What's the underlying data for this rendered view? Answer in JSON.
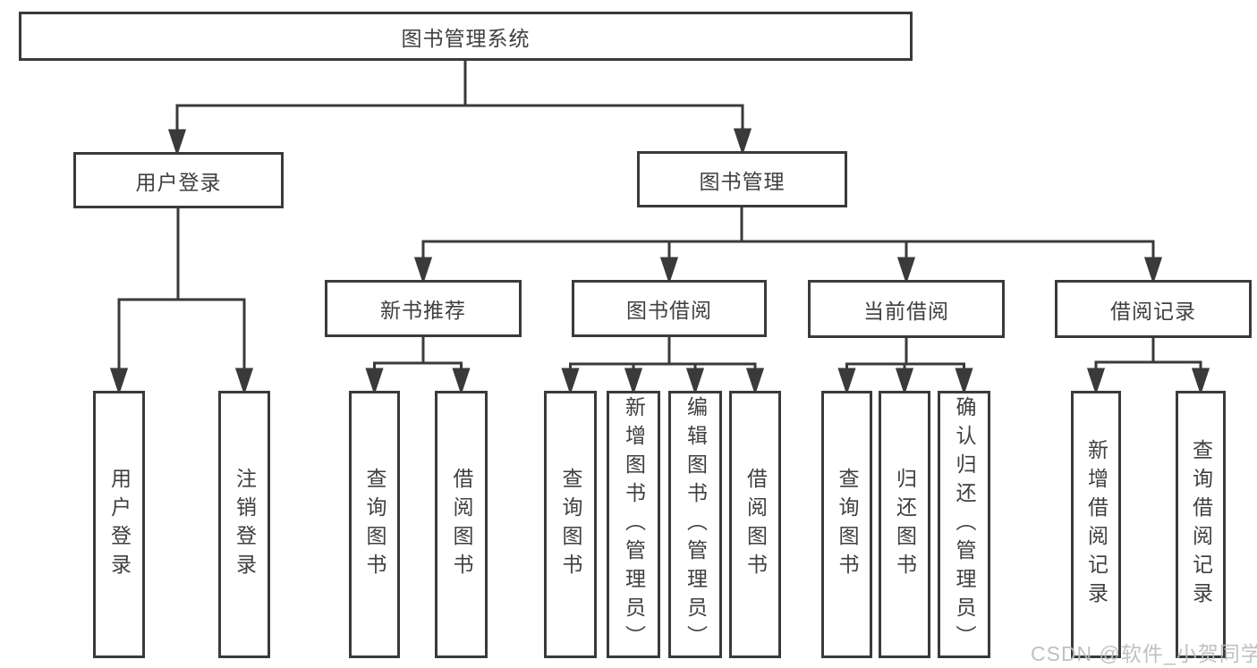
{
  "root": {
    "label": "图书管理系统"
  },
  "branches": [
    {
      "label": "用户登录",
      "children": [
        {
          "label": "用户登录"
        },
        {
          "label": "注销登录"
        }
      ]
    },
    {
      "label": "图书管理",
      "groups": [
        {
          "label": "新书推荐",
          "children": [
            {
              "label": "查询图书"
            },
            {
              "label": "借阅图书"
            }
          ]
        },
        {
          "label": "图书借阅",
          "children": [
            {
              "label": "查询图书"
            },
            {
              "label": "新增图书（管理员）"
            },
            {
              "label": "编辑图书（管理员）"
            },
            {
              "label": "借阅图书"
            }
          ]
        },
        {
          "label": "当前借阅",
          "children": [
            {
              "label": "查询图书"
            },
            {
              "label": "归还图书"
            },
            {
              "label": "确认归还（管理员）"
            }
          ]
        },
        {
          "label": "借阅记录",
          "children": [
            {
              "label": "新增借阅记录"
            },
            {
              "label": "查询借阅记录"
            }
          ]
        }
      ]
    }
  ],
  "watermark": {
    "text": "CSDN @软件_小贺同学"
  },
  "colors": {
    "line": "#3a3a3a",
    "box_border": "#3a3a3a",
    "text": "#3f3f3f",
    "watermark": "#bbbbbb",
    "background": "#ffffff"
  }
}
